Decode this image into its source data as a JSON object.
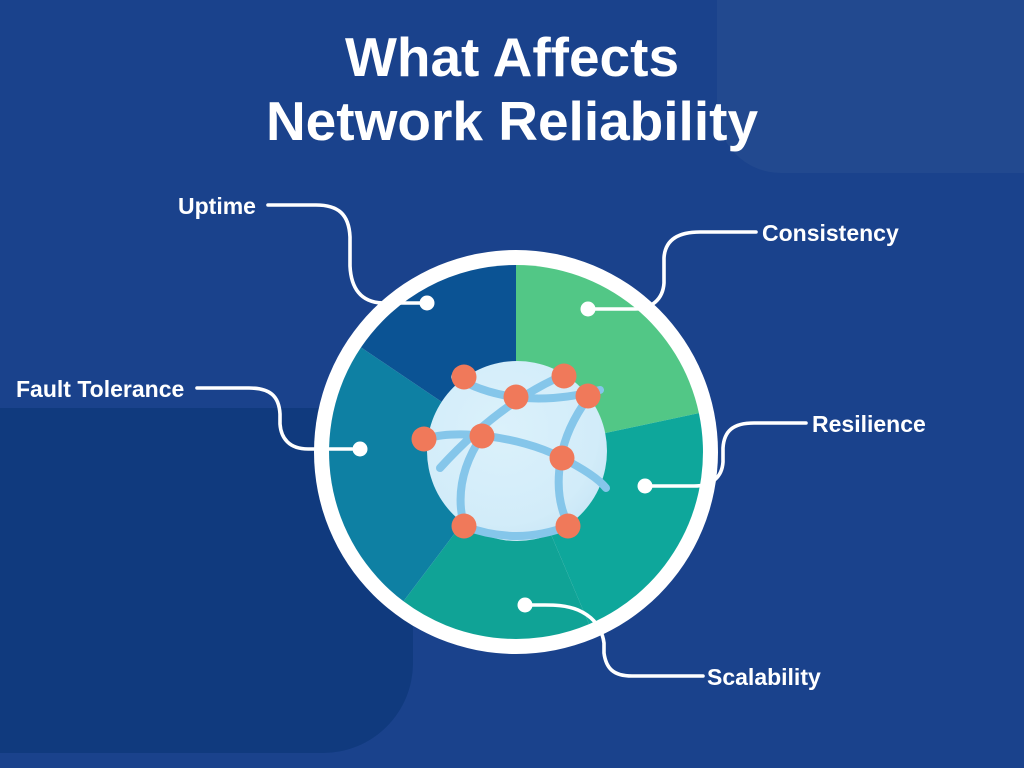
{
  "title": {
    "line1": "What Affects",
    "line2": "Network Reliability"
  },
  "diagram": {
    "type": "radial-factor-wheel",
    "center_icon": "globe-network-icon",
    "factors": [
      {
        "label": "Uptime",
        "segment_color": "#0B5394",
        "label_position": "top-left"
      },
      {
        "label": "Consistency",
        "segment_color": "#52C786",
        "label_position": "top-right"
      },
      {
        "label": "Fault Tolerance",
        "segment_color": "#0E80A3",
        "label_position": "mid-left"
      },
      {
        "label": "Resilience",
        "segment_color": "#0EA79B",
        "label_position": "mid-right"
      },
      {
        "label": "Scalability",
        "segment_color": "#10A396",
        "label_position": "bottom"
      }
    ]
  },
  "colors": {
    "background": "#1A428C",
    "tile_light": "#22498F",
    "tile_dark": "#103A7E",
    "ring": "#FFFFFF",
    "connector": "#FFFFFF",
    "segment_uptime": "#0B5394",
    "segment_consistency": "#52C786",
    "segment_resilience": "#0EA79B",
    "segment_scalability": "#10A396",
    "segment_fault_tolerance": "#0E80A3",
    "globe_body": "#D2ECF9",
    "globe_lines": "#85C6EA",
    "globe_nodes": "#F0795A",
    "text": "#FFFFFF"
  }
}
